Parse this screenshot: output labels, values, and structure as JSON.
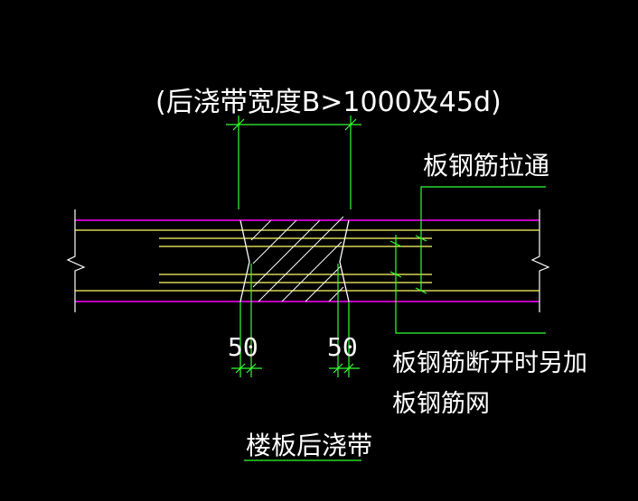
{
  "drawing": {
    "title_dim": "(后浇带宽度B>1000及45d)",
    "label_through": "板钢筋拉通",
    "label_extra_line1": "板钢筋断开时另加",
    "label_extra_line2": "板钢筋网",
    "dim_left": "50",
    "dim_right": "50",
    "caption": "楼板后浇带"
  },
  "colors": {
    "background": "#000000",
    "slab_edge": "#ff00ff",
    "rebar": "#ffff66",
    "leader": "#33ff33",
    "break_line": "#ffffff",
    "text": "#ffffff"
  }
}
